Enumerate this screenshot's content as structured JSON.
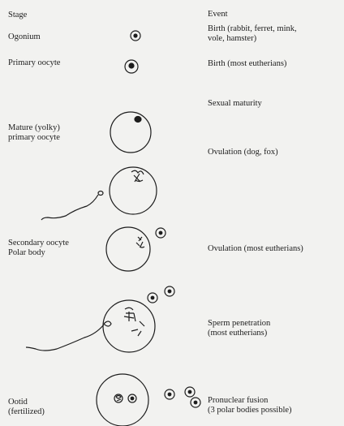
{
  "header": {
    "stage": "Stage",
    "event": "Event"
  },
  "rows": [
    {
      "stage": "Ogonium",
      "event": "Birth (rabbit, ferret, mink,\nvole, hamster)"
    },
    {
      "stage": "Primary oocyte",
      "event": "Birth (most eutherians)"
    },
    {
      "stage": "",
      "event": "Sexual maturity"
    },
    {
      "stage": "Mature (yolky)\nprimary oocyte",
      "event": "Ovulation (dog, fox)"
    },
    {
      "stage": "",
      "event": ""
    },
    {
      "stage": "Secondary oocyte\nPolar body",
      "event": "Ovulation (most eutherians)"
    },
    {
      "stage": "",
      "event": "Sperm penetration\n(most eutherians)"
    },
    {
      "stage": "Ootid\n(fertilized)",
      "event": "Pronuclear fusion\n(3 polar bodies possible)"
    }
  ]
}
